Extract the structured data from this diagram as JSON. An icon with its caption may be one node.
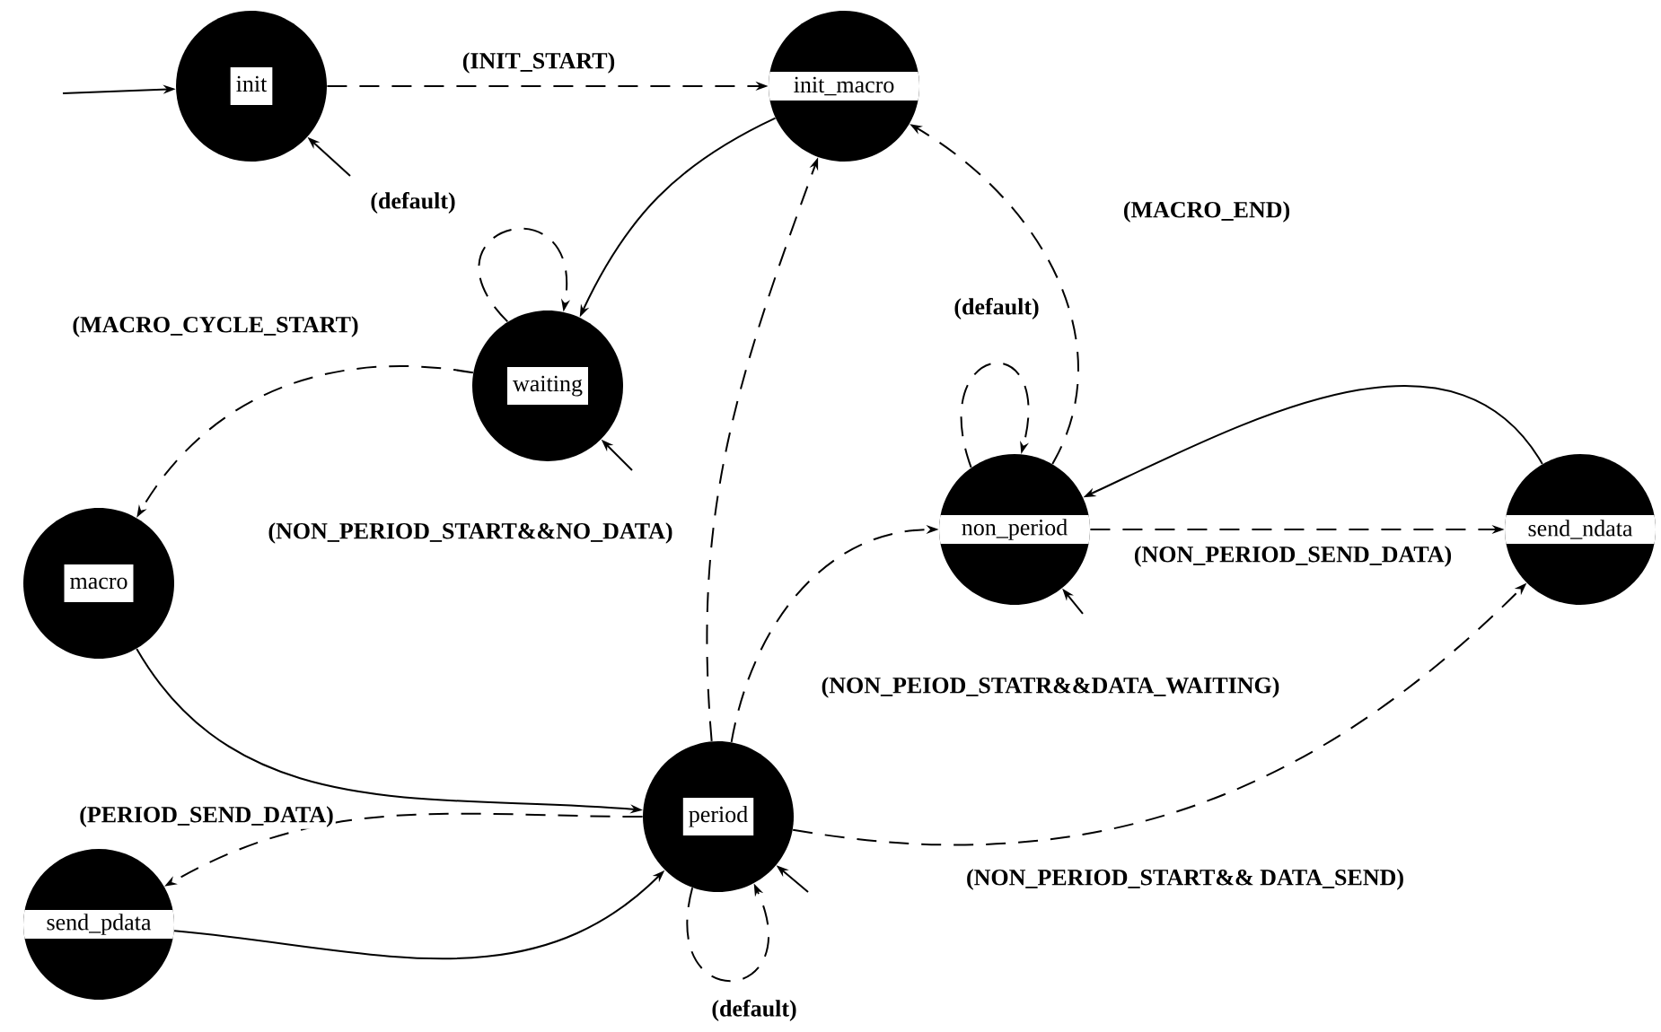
{
  "diagram": {
    "nodes": [
      {
        "text": [
          "init"
        ]
      },
      {
        "text": [
          "init_macro"
        ]
      },
      {
        "text": [
          "waiting"
        ]
      },
      {
        "text": [
          "macro"
        ]
      },
      {
        "text": [
          "non_period"
        ]
      },
      {
        "text": [
          "send_ndata"
        ]
      },
      {
        "text": [
          "period"
        ]
      },
      {
        "text": [
          "send_pdata"
        ]
      }
    ],
    "edges": [
      {
        "from": null,
        "to": 0,
        "arrow": "to"
      },
      {
        "from": 0,
        "to": 1,
        "arrow": "to",
        "style": "dashed",
        "label": "(INIT_START)"
      },
      {
        "from": null,
        "to": 0,
        "arrow": "to",
        "label": "(default)"
      },
      {
        "from": 1,
        "to": 2,
        "arrow": "to"
      },
      {
        "from": 2,
        "to": 2,
        "arrow": "to",
        "style": "dashed"
      },
      {
        "from": 2,
        "to": 3,
        "arrow": "to",
        "style": "dashed",
        "label": "(MACRO_CYCLE_START)"
      },
      {
        "from": null,
        "to": 2,
        "arrow": "to"
      },
      {
        "from": 3,
        "to": 6,
        "arrow": "to"
      },
      {
        "from": 6,
        "to": 1,
        "arrow": "to",
        "style": "dashed",
        "label": "(NON_PERIOD_START&&NO_DATA)"
      },
      {
        "from": 6,
        "to": 4,
        "arrow": "to",
        "style": "dashed",
        "label": "(NON_PEIOD_STATR&&DATA_WAITING)"
      },
      {
        "from": 6,
        "to": 5,
        "arrow": "to",
        "style": "dashed",
        "label": "(NON_PERIOD_START&& DATA_SEND)"
      },
      {
        "from": 6,
        "to": 7,
        "arrow": "to",
        "style": "dashed",
        "label": "(PERIOD_SEND_DATA)"
      },
      {
        "from": 7,
        "to": 6,
        "arrow": "to"
      },
      {
        "from": 6,
        "to": 6,
        "arrow": "to",
        "style": "dashed",
        "label": "(default)"
      },
      {
        "from": null,
        "to": 6,
        "arrow": "to"
      },
      {
        "from": 4,
        "to": 5,
        "arrow": "to",
        "style": "dashed",
        "label": "(NON_PERIOD_SEND_DATA)"
      },
      {
        "from": 5,
        "to": 4,
        "arrow": "to"
      },
      {
        "from": 4,
        "to": 1,
        "arrow": "to",
        "style": "dashed",
        "label": "(MACRO_END)"
      },
      {
        "from": 4,
        "to": 4,
        "arrow": "to",
        "style": "dashed",
        "label": "(default)"
      },
      {
        "from": null,
        "to": 4,
        "arrow": "to"
      }
    ]
  }
}
